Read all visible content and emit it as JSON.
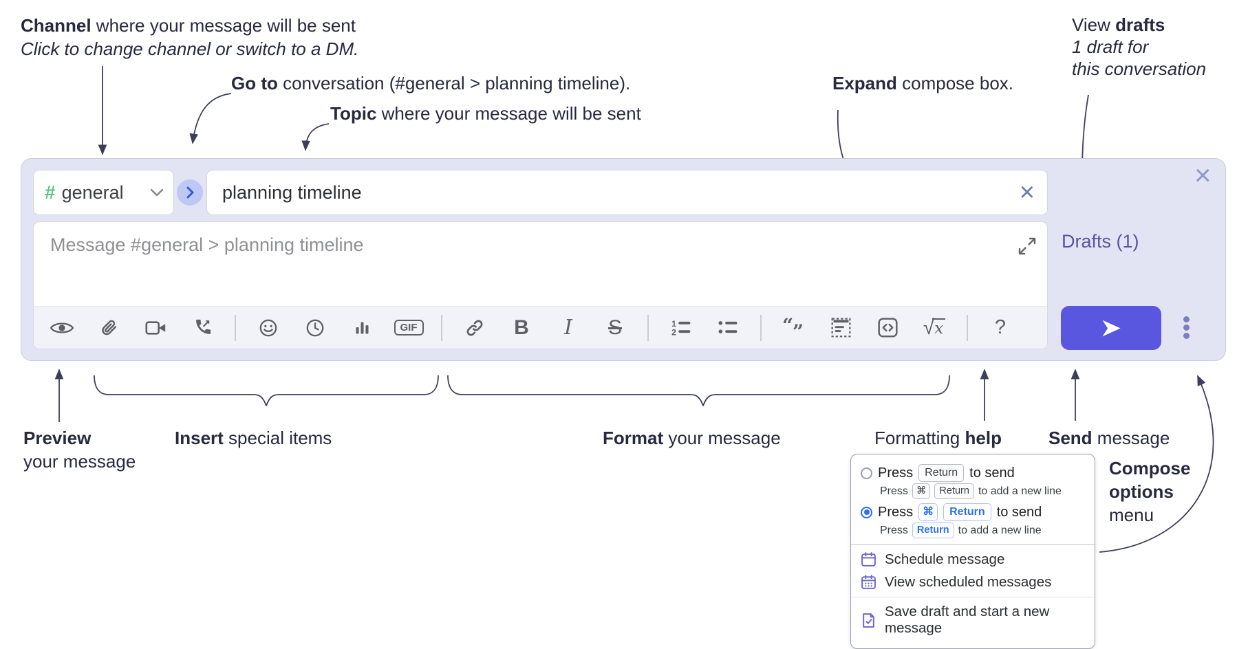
{
  "colors": {
    "panel_bg": "#e2e4f3",
    "accent_send": "#5956e0",
    "drafts_link": "#5a549e",
    "hash_green": "#5cc487",
    "goto_blue": "#3a57d8",
    "goto_circle_bg": "#bdc8f5",
    "toolbar_icon_gray": "#5d6066",
    "annotation_text": "#27293f",
    "radio_selected_blue": "#2e6ff2",
    "menu_icon_purple": "#6c67cf"
  },
  "annotations": {
    "channel_bold": "Channel",
    "channel_rest": " where your message will be sent",
    "channel_italic": "Click to change channel or switch to a DM.",
    "goto_bold": "Go to",
    "goto_rest": " conversation (#general > planning timeline).",
    "topic_bold": "Topic",
    "topic_rest": " where your message will be sent",
    "expand_bold": "Expand",
    "expand_rest": " compose box.",
    "drafts_view": "View ",
    "drafts_bold": "drafts",
    "drafts_line2": "1 draft for",
    "drafts_line3": "this conversation",
    "preview_bold": "Preview",
    "preview_line2": "your message",
    "insert_bold": "Insert",
    "insert_rest": " special items",
    "format_bold": "Format",
    "format_rest": " your message",
    "help_regular": "Formatting ",
    "help_bold": "help",
    "send_bold": "Send",
    "send_rest": " message",
    "compose_line1": "Compose",
    "compose_line2": "options",
    "compose_line3": "menu"
  },
  "compose": {
    "hash": "#",
    "channel_name": "general",
    "topic_value": "planning timeline",
    "clear_topic": "×",
    "close": "×",
    "message_placeholder": "Message #general > planning timeline",
    "drafts_link": "Drafts (1)",
    "toolbar": {
      "bold": "B",
      "italic": "I",
      "strike": "S",
      "gif": "GIF",
      "ol1": "1",
      "ol2": "2",
      "quote_open": "“",
      "quote_close": "”",
      "sqrt": "√",
      "math_x": "x",
      "help": "?"
    },
    "toolbar_icons": [
      "preview-icon",
      "attach-icon",
      "video-call-icon",
      "voice-call-icon",
      "emoji-icon",
      "time-icon",
      "poll-icon",
      "gif-icon",
      "link-icon",
      "bold-icon",
      "italic-icon",
      "strikethrough-icon",
      "numbered-list-icon",
      "bulleted-list-icon",
      "quote-icon",
      "spoiler-icon",
      "code-icon",
      "math-icon",
      "help-icon"
    ]
  },
  "options_menu": {
    "press": "Press",
    "to_send": "to send",
    "to_newline": "to add a new line",
    "key_return": "Return",
    "key_cmd": "⌘",
    "items": [
      "Schedule message",
      "View scheduled messages",
      "Save draft and start a new message"
    ]
  }
}
